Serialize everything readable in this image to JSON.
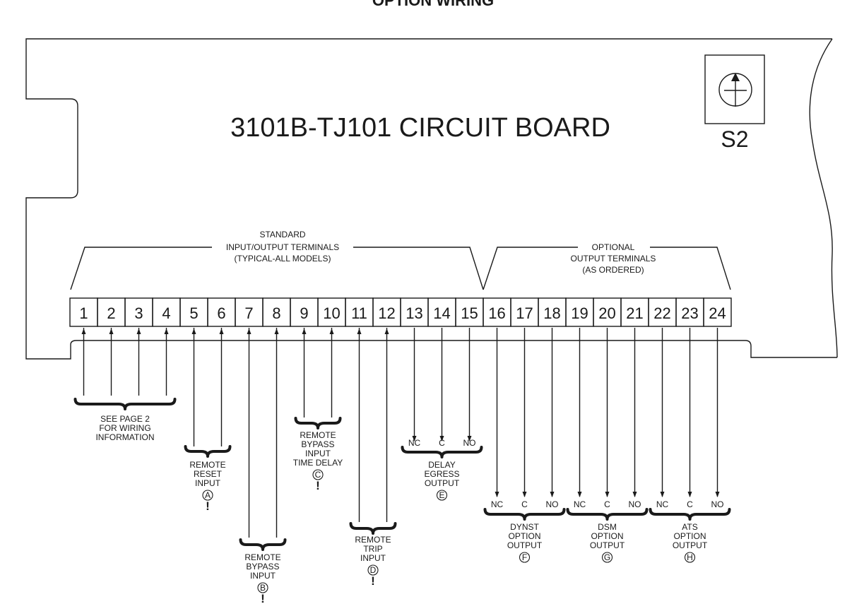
{
  "title": "OPTION WIRING",
  "board_label": "3101B-TJ101 CIRCUIT BOARD",
  "switch_label": "S2",
  "terminals": [
    "1",
    "2",
    "3",
    "4",
    "5",
    "6",
    "7",
    "8",
    "9",
    "10",
    "11",
    "12",
    "13",
    "14",
    "15",
    "16",
    "17",
    "18",
    "19",
    "20",
    "21",
    "22",
    "23",
    "24"
  ],
  "standard_group": [
    "STANDARD",
    "INPUT/OUTPUT TERMINALS",
    "(TYPICAL-ALL MODELS)"
  ],
  "optional_group": [
    "OPTIONAL",
    "OUTPUT TERMINALS",
    "(AS ORDERED)"
  ],
  "contact_labels": [
    "NC",
    "C",
    "NO"
  ],
  "caution_mark": "!",
  "groups": [
    {
      "terminals": [
        1,
        2,
        3,
        4
      ],
      "lines": [
        "SEE PAGE 2",
        "FOR WIRING",
        "INFORMATION"
      ]
    },
    {
      "terminals": [
        5,
        6
      ],
      "lines": [
        "REMOTE",
        "RESET",
        "INPUT"
      ],
      "marker": "A",
      "caution": true
    },
    {
      "terminals": [
        7,
        8
      ],
      "lines": [
        "REMOTE",
        "BYPASS",
        "INPUT"
      ],
      "marker": "B",
      "caution": true
    },
    {
      "terminals": [
        9,
        10
      ],
      "lines": [
        "REMOTE",
        "BYPASS",
        "INPUT",
        "TIME DELAY"
      ],
      "marker": "C",
      "caution": true
    },
    {
      "terminals": [
        11,
        12
      ],
      "lines": [
        "REMOTE",
        "TRIP",
        "INPUT"
      ],
      "marker": "D",
      "caution": true
    },
    {
      "terminals": [
        13,
        14,
        15
      ],
      "lines": [
        "DELAY",
        "EGRESS",
        "OUTPUT"
      ],
      "marker": "E",
      "contacts": true
    },
    {
      "terminals": [
        16,
        17,
        18
      ],
      "lines": [
        "DYNST",
        "OPTION",
        "OUTPUT"
      ],
      "marker": "F",
      "contacts": true
    },
    {
      "terminals": [
        19,
        20,
        21
      ],
      "lines": [
        "DSM",
        "OPTION",
        "OUTPUT"
      ],
      "marker": "G",
      "contacts": true
    },
    {
      "terminals": [
        22,
        23,
        24
      ],
      "lines": [
        "ATS",
        "OPTION",
        "OUTPUT"
      ],
      "marker": "H",
      "contacts": true
    }
  ]
}
